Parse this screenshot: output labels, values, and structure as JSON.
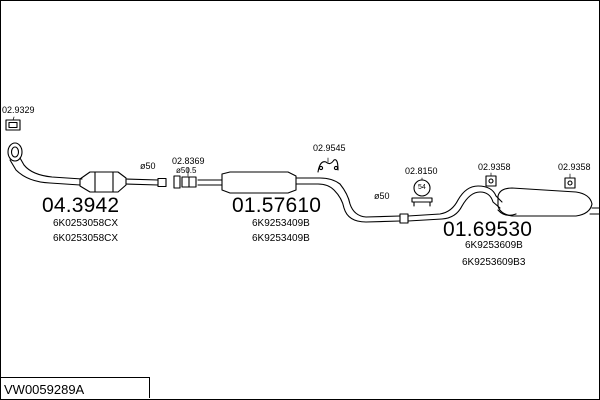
{
  "diagram_code": "VW0059289A",
  "parts": {
    "cat": {
      "number": "04.3942",
      "oe": [
        "6K0253058CX",
        "6K0253058CX"
      ]
    },
    "middle": {
      "number": "01.57610",
      "oe": [
        "6K9253409B",
        "6K9253409B"
      ]
    },
    "rear": {
      "number": "01.69530",
      "oe": [
        "6K9253609B",
        "6K9253609B3"
      ]
    }
  },
  "accessories": {
    "gasket": "02.9329",
    "clamp_front": "02.8369",
    "clamp_front_size": "ø50.5",
    "hanger_mid": "02.9545",
    "clamp_rear": "02.8150",
    "clamp_rear_size": "54",
    "hanger_rear_1": "02.9358",
    "hanger_rear_2": "02.9358"
  },
  "pipe_sizes": {
    "front": "ø50",
    "mid": "ø50"
  },
  "icons": [
    "gasket-icon",
    "clamp-icon",
    "hanger-icon",
    "catalytic-converter-icon",
    "muffler-icon"
  ]
}
